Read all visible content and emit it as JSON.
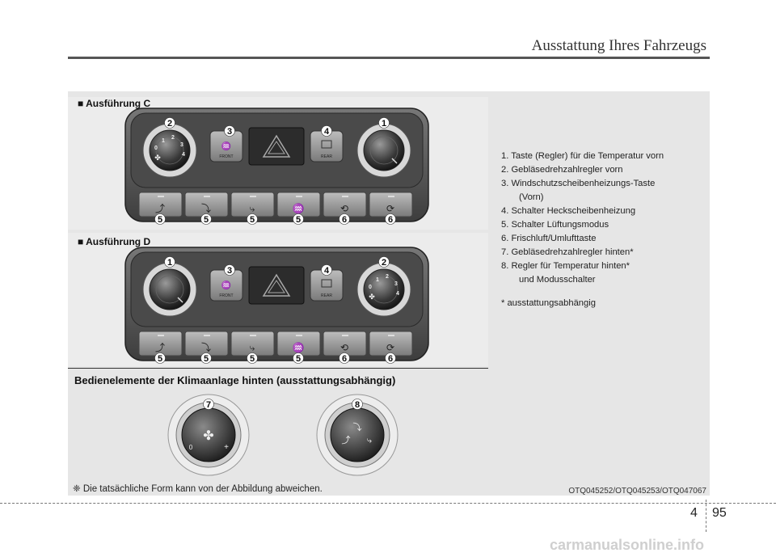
{
  "header": {
    "title": "Ausstattung Ihres Fahrzeugs"
  },
  "variants": {
    "c": "■ Ausführung C",
    "d": "■ Ausführung D"
  },
  "buttons": {
    "front": "FRONT",
    "rear": "REAR"
  },
  "knob_scale": [
    "0",
    "1",
    "2",
    "3",
    "4"
  ],
  "callouts": {
    "c_top": [
      "2",
      "3",
      "4",
      "1"
    ],
    "d_top": [
      "1",
      "3",
      "4",
      "2"
    ],
    "bottom": [
      "5",
      "5",
      "5",
      "5",
      "6",
      "6"
    ],
    "rear": [
      "7",
      "8"
    ]
  },
  "rear_knob_marks": {
    "zero": "0",
    "plus": "+"
  },
  "rear_heading": "Bedienelemente der Klimaanlage hinten (ausstattungsabhängig)",
  "legend": [
    {
      "text": "1. Taste (Regler) für die Temperatur vorn"
    },
    {
      "text": "2. Gebläsedrehzahlregler vorn"
    },
    {
      "text": "3. Windschutzscheibenheizungs-Taste",
      "cont": "(Vorn)"
    },
    {
      "text": "4. Schalter Heckscheibenheizung"
    },
    {
      "text": "5. Schalter Lüftungsmodus"
    },
    {
      "text": "6. Frischluft/Umlufttaste"
    },
    {
      "text": "7. Gebläsedrehzahlregler hinten*"
    },
    {
      "text": "8. Regler für Temperatur hinten*",
      "cont": "und Modusschalter"
    }
  ],
  "footnote": "* ausstattungsabhängig",
  "note": "❈ Die tatsächliche Form kann von der Abbildung abweichen.",
  "image_codes": "OTQ045252/OTQ045253/OTQ047067",
  "page": {
    "section": "4",
    "number": "95"
  },
  "watermark": "carmanualsonline.info"
}
